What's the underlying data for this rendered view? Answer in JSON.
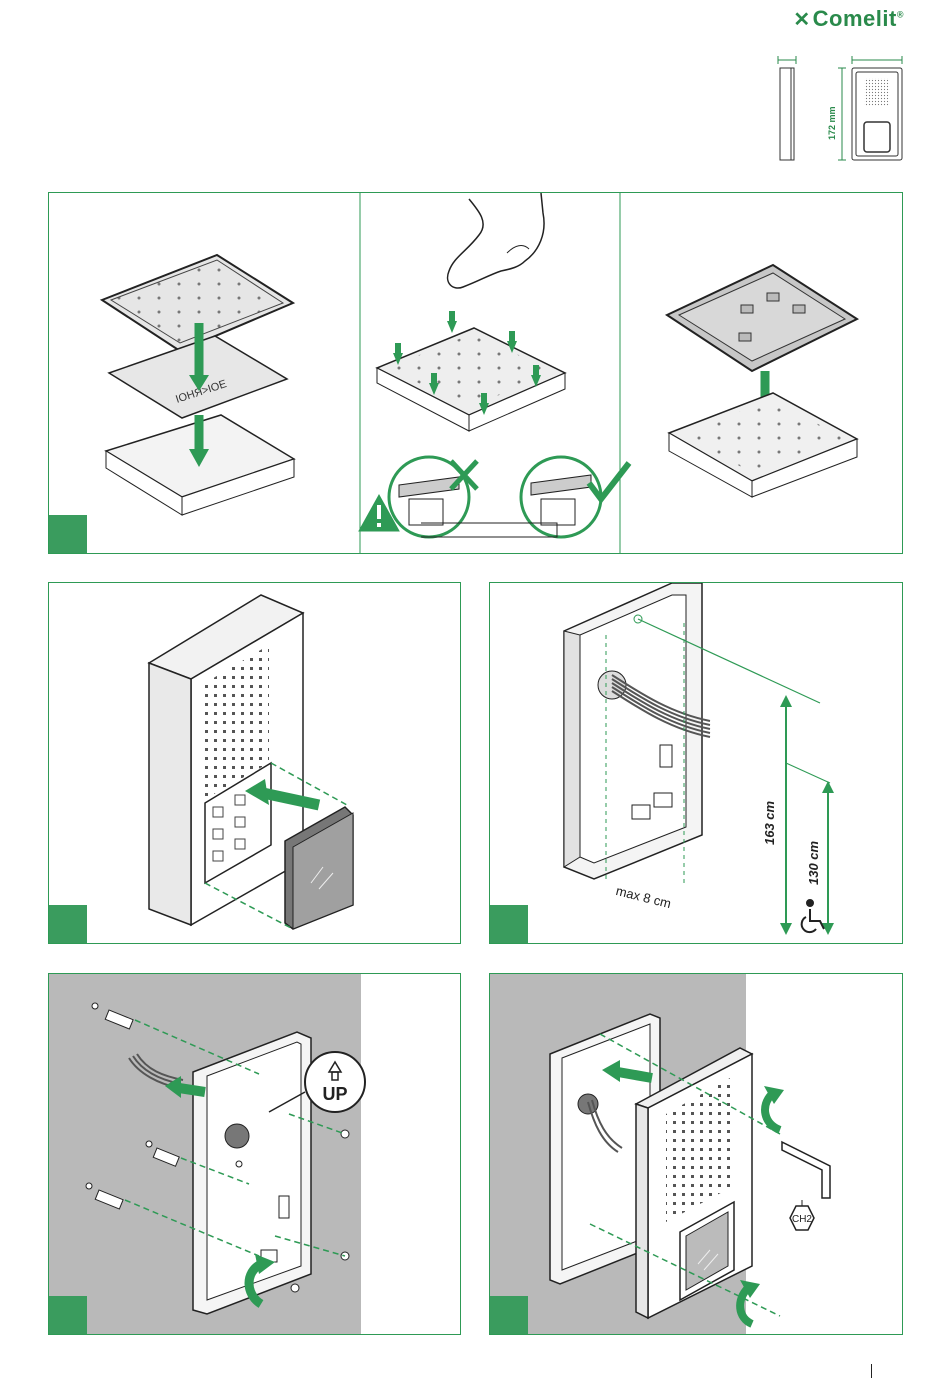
{
  "brand": {
    "name": "Comelit",
    "registered": "®",
    "color": "#2a8a4b"
  },
  "dimensions": {
    "height_label": "172 mm"
  },
  "steps": {
    "step1": {
      "mirrored_label": "IOHЯ>IOE"
    },
    "step2": {
      "up_label": "UP"
    },
    "step3": {
      "height_1": "163 cm",
      "height_2": "130 cm",
      "max_offset": "max 8 cm",
      "accessibility_icon": "wheelchair-icon"
    },
    "step5": {
      "tool_label": "CH2"
    }
  },
  "colors": {
    "accent": "#2e9a55",
    "badge": "#3a9c5e",
    "wall": "#b9b9b9"
  }
}
